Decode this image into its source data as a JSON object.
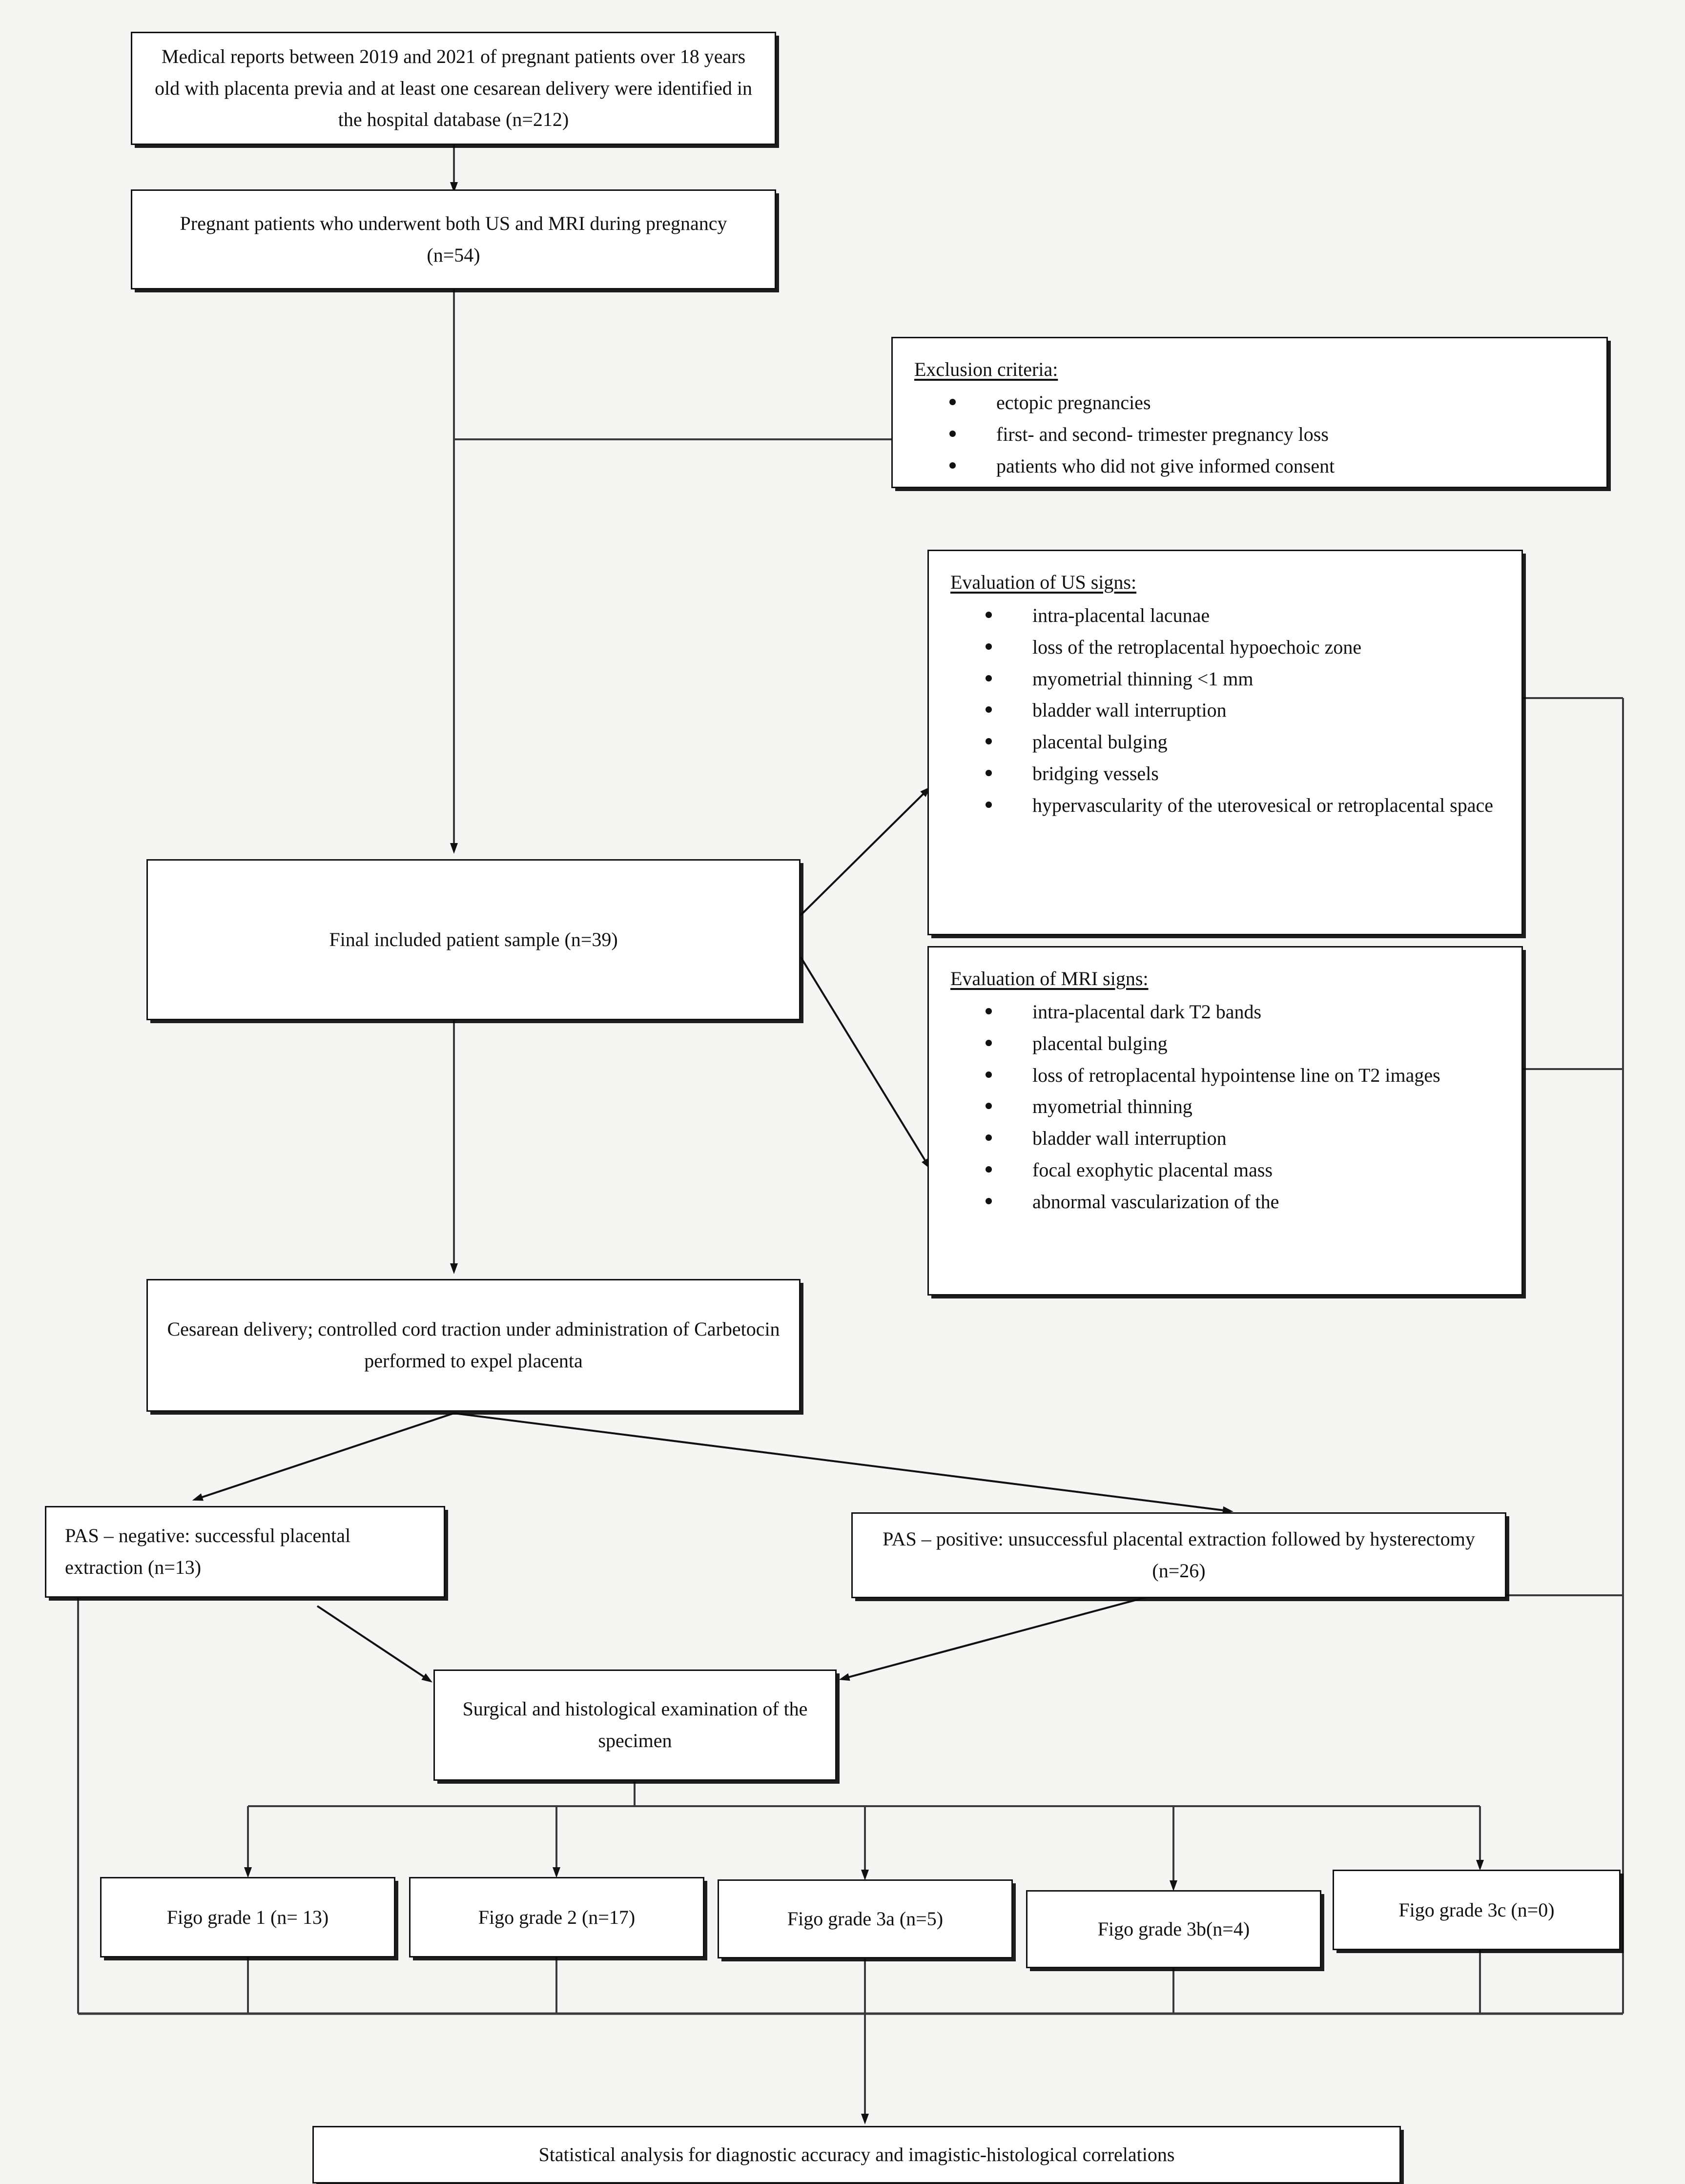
{
  "diagram": {
    "title": "Study flow diagram of placenta accreta spectrum imaging evaluation",
    "nodes": {
      "source_records": {
        "text": "Medical reports between 2019 and 2021 of pregnant patients over 18 years old with placenta previa and at least one cesarean delivery were identified in the hospital database (n=212)",
        "count": "n=212"
      },
      "both_imaging": {
        "text": "Pregnant patients who underwent both US and MRI during pregnancy (n=54)",
        "count": "n=54"
      },
      "exclusion": {
        "title": "Exclusion criteria:",
        "items": [
          "ectopic pregnancies",
          "first- and second- trimester pregnancy loss",
          "patients who did not give informed consent"
        ]
      },
      "us_signs": {
        "title": "Evaluation of US signs:",
        "items": [
          "intra-placental lacunae",
          "loss of the retroplacental hypoechoic zone",
          "myometrial thinning <1 mm",
          "bladder wall interruption",
          "placental bulging",
          "bridging vessels",
          "hypervascularity of the uterovesical or retroplacental space"
        ]
      },
      "mri_signs": {
        "title": "Evaluation of MRI signs:",
        "items": [
          "intra-placental dark T2 bands",
          "placental bulging",
          "loss of retroplacental hypointense line on T2 images",
          "myometrial thinning",
          "bladder wall interruption",
          "focal exophytic placental mass",
          "abnormal vascularization of the"
        ]
      },
      "final_sample": {
        "text": "Final included patient sample (n=39)",
        "count": "n=39"
      },
      "cesarean": {
        "text": "Cesarean delivery; controlled cord traction under administration of Carbetocin performed to expel placenta"
      },
      "pas_negative": {
        "text": "PAS – negative: successful placental extraction (n=13)",
        "count": "n=13"
      },
      "pas_positive": {
        "text": "PAS – positive: unsuccessful placental extraction followed by hysterectomy (n=26)",
        "count": "n=26"
      },
      "specimen_exam": {
        "text": "Surgical and histological examination of the specimen"
      },
      "statistical_analysis": {
        "text": "Statistical analysis for diagnostic accuracy and imagistic-histological correlations"
      }
    },
    "figo_grades": [
      {
        "label": "Figo grade 1 (n= 13)",
        "grade": "1",
        "n": 13
      },
      {
        "label": "Figo grade 2 (n=17)",
        "grade": "2",
        "n": 17
      },
      {
        "label": "Figo grade 3a (n=5)",
        "grade": "3a",
        "n": 5
      },
      {
        "label": "Figo grade 3b(n=4)",
        "grade": "3b",
        "n": 4
      },
      {
        "label": "Figo grade 3c (n=0)",
        "grade": "3c",
        "n": 0
      }
    ],
    "colors": {
      "background": "#f5f5f4",
      "node_fill": "#ffffff",
      "stroke": "#111111",
      "connector": "#3a3a3a"
    }
  }
}
